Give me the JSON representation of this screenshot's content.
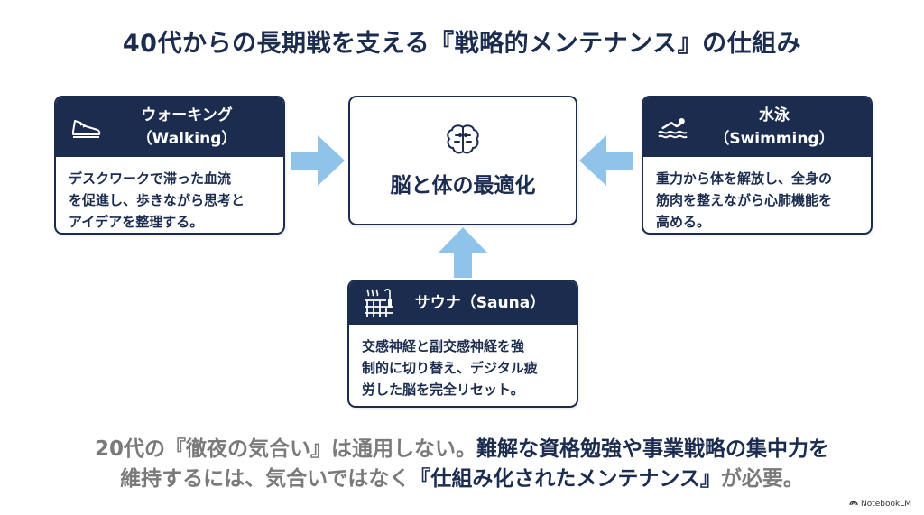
{
  "title": "40代からの長期戦を支える『戦略的メンテナンス』の仕組み",
  "center": {
    "label": "脳と体の最適化",
    "icon": "brain-icon"
  },
  "walking": {
    "title": "ウォーキング",
    "subtitle": "（Walking）",
    "icon": "sneaker-icon",
    "body": [
      "デスクワークで滞った血流",
      "を促進し、歩きながら思考と",
      "アイデアを整理する。"
    ]
  },
  "swimming": {
    "title": "水泳",
    "subtitle": "（Swimming）",
    "icon": "swimmer-icon",
    "body": [
      "重力から体を解放し、全身の",
      "筋肉を整えながら心肺機能を",
      "高める。"
    ]
  },
  "sauna": {
    "title": "サウナ（Sauna）",
    "icon": "sauna-icon",
    "body": [
      "交感神経と副交感神経を強",
      "制的に切り替え、デジタル疲",
      "労した脳を完全リセット。"
    ]
  },
  "bottom": {
    "line1_gray": "20代の『徹夜の気合い』は通用しない。",
    "line1_dark": "難解な資格勉強や事業戦略の集中力を",
    "line2_gray": "維持するには、気合いではなく",
    "line2_dark": "『仕組み化されたメンテナンス』",
    "line2_gray2": "が必要。"
  },
  "brand": "NotebookLM",
  "colors": {
    "navy": "#1b2c4e",
    "arrow": "#8fc3ea",
    "gray_text": "#7a7a7a"
  }
}
